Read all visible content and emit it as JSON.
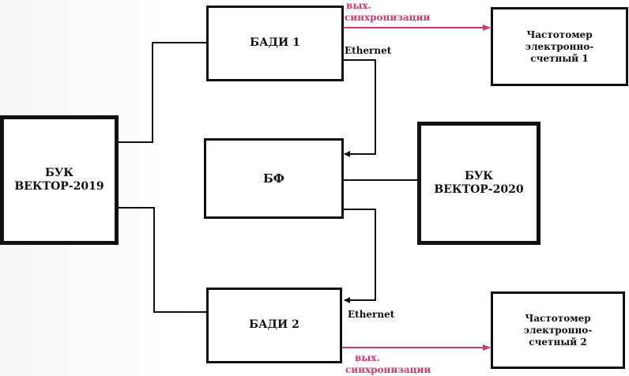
{
  "blocks": {
    "buk2019": {
      "line1": "БУК",
      "line2": "ВЕКТОР-2019"
    },
    "badi1": {
      "label": "БАДИ 1"
    },
    "bf": {
      "label": "БФ"
    },
    "badi2": {
      "label": "БАДИ 2"
    },
    "buk2020": {
      "line1": "БУК",
      "line2": "ВЕКТОР-2020"
    },
    "counter1": {
      "line1": "Частотомер",
      "line2": "электронно-",
      "line3": "счетный 1"
    },
    "counter2": {
      "line1": "Частотомер",
      "line2": "электронно-",
      "line3": "счетный 2"
    }
  },
  "labels": {
    "ethernet_top": "Ethernet",
    "ethernet_bottom": "Ethernet",
    "sync_top_line1": "вых.",
    "sync_top_line2": "синхронизации",
    "sync_bottom_line1": "вых.",
    "sync_bottom_line2": "синхронизации"
  },
  "colors": {
    "wire": "#111111",
    "sync": "#d4386e"
  }
}
